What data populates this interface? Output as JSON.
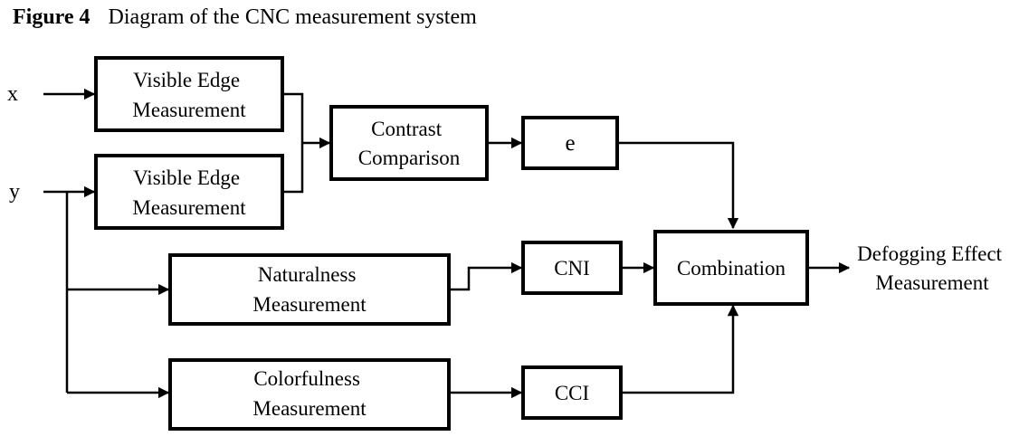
{
  "caption": {
    "label": "Figure 4",
    "text": "Diagram of the CNC measurement system"
  },
  "inputs": {
    "x": "x",
    "y": "y"
  },
  "blocks": {
    "visible_edge_1": [
      "Visible Edge",
      "Measurement"
    ],
    "visible_edge_2": [
      "Visible Edge",
      "Measurement"
    ],
    "contrast_comparison": [
      "Contrast",
      "Comparison"
    ],
    "e": [
      "e"
    ],
    "naturalness": [
      "Naturalness",
      "Measurement"
    ],
    "cni": [
      "CNI"
    ],
    "colorfulness": [
      "Colorfulness",
      "Measurement"
    ],
    "cci": [
      "CCI"
    ],
    "combination": [
      "Combination"
    ]
  },
  "output": [
    "Defogging Effect",
    "Measurement"
  ]
}
